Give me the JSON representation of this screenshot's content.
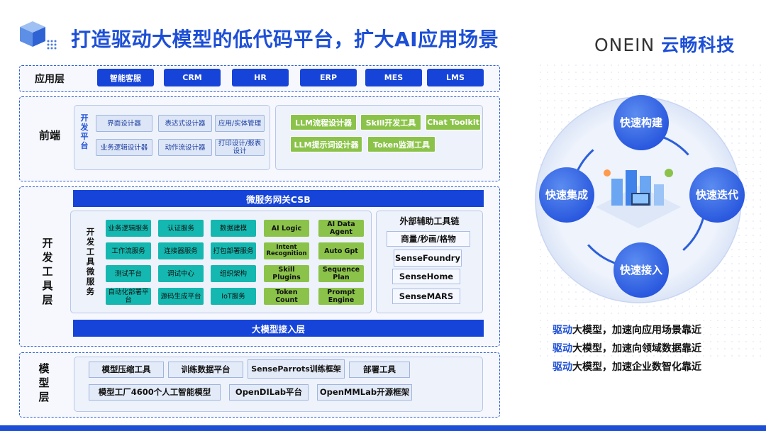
{
  "header": {
    "title": "打造驱动大模型的低代码平台，扩大AI应用场景",
    "logo_latin": "ONEIN",
    "logo_cn": "云畅科技"
  },
  "app_layer": {
    "label": "应用层",
    "items": [
      "智能客服",
      "CRM",
      "HR",
      "ERP",
      "MES",
      "LMS"
    ]
  },
  "frontend_layer": {
    "label": "前端",
    "left_vertical_label": "开发平台",
    "left_items": [
      "界面设计器",
      "表达式设计器",
      "应用/实体管理",
      "业务逻辑设计器",
      "动作流设计器",
      "打印设计/报表设计"
    ],
    "right_items": [
      "LLM流程设计器",
      "Skill开发工具",
      "Chat Toolkit",
      "LLM提示词设计器",
      "Token监测工具"
    ]
  },
  "dev_layer": {
    "label": "开发工具层",
    "gateway": "微服务网关CSB",
    "left_vertical_label": "开发工具微服务",
    "teal_items": [
      "业务逻辑服务",
      "认证服务",
      "数据建模",
      "工作流服务",
      "连接器服务",
      "打包部署服务",
      "测试平台",
      "调试中心",
      "组织架构",
      "自动化部署平台",
      "源码生成平台",
      "IoT服务"
    ],
    "green_items": [
      "AI Logic",
      "AI Data Agent",
      "Intent Recognition",
      "Auto Gpt",
      "Skill Plugins",
      "Sequence Plan",
      "Token Count",
      "Prompt Engine"
    ],
    "ext_title": "外部辅助工具链",
    "ext_items": [
      "商量/秒画/格物",
      "SenseFoundry",
      "SenseHome",
      "SenseMARS"
    ],
    "bottom_bar": "大模型接入层"
  },
  "model_layer": {
    "label": "模型层",
    "row1": [
      "模型压缩工具",
      "训练数据平台",
      "SenseParrots训练框架",
      "部署工具"
    ],
    "row2": [
      "模型工厂4600个人工智能模型",
      "OpenDILab平台",
      "OpenMMLab开源框架"
    ]
  },
  "cycle": {
    "top": "快速构建",
    "right": "快速迭代",
    "bottom": "快速接入",
    "left": "快速集成"
  },
  "slogans": [
    {
      "hl": "驱动",
      "rest": "大模型，加速向应用场景靠近"
    },
    {
      "hl": "驱动",
      "rest": "大模型，加速向领域数据靠近"
    },
    {
      "hl": "驱动",
      "rest": "大模型，加速企业数智化靠近"
    }
  ],
  "colors": {
    "brand_blue": "#1d4fd6",
    "pill_blue": "#1744d8",
    "teal": "#14b8b0",
    "green": "#8bc34a"
  }
}
